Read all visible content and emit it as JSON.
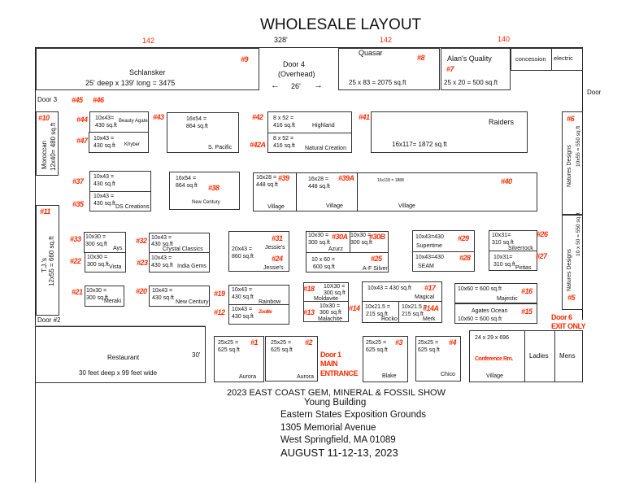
{
  "title": "WHOLESALE LAYOUT",
  "dims": {
    "top_left": "142",
    "overall": "328'",
    "top_mid": "142",
    "top_right": "140",
    "door4_width": "26'",
    "restaurant_depth": "30'"
  },
  "doors": {
    "door3": "Door 3",
    "door2": "Door #2",
    "door4": "Door 4",
    "door4_sub": "(Overhead)",
    "door_right": "Door",
    "door1": "Door 1",
    "door1_sub1": "MAIN",
    "door1_sub2": "ENTRANCE",
    "door6": "Door 6",
    "door6_sub": "EXIT ONLY",
    "arrow_left": "←",
    "arrow_right": "→"
  },
  "booths": {
    "schlansker": {
      "num": "#9",
      "name": "Schlansker",
      "size": "25' deep x 139' long = 3475"
    },
    "quasar": {
      "num": "#8",
      "name": "Quasar",
      "size": "25 x 83  = 2075 sq.ft"
    },
    "alans": {
      "num": "#7",
      "name": "Alan's Quality",
      "size": "25 x 20 =  500 sq.ft"
    },
    "concession": {
      "name": "concession"
    },
    "electric": {
      "name": "electric"
    },
    "moroccan": {
      "num": "#10",
      "name": "Moroccan",
      "size": "12x40= 480 sq.ft"
    },
    "n45": {
      "num": "#45"
    },
    "n46": {
      "num": "#46"
    },
    "beauty": {
      "num": "#44",
      "s1": "10x43=",
      "s2": "430 sq.ft",
      "name": "Beauty Agate"
    },
    "khyber": {
      "num": "#47",
      "s1": "10x43 =",
      "s2": "430 sq.ft",
      "name": "Khyber"
    },
    "spacific": {
      "num": "#43",
      "s1": "16x54 =",
      "s2": "864 sq.ft",
      "name": "S. Pacific"
    },
    "highland": {
      "num": "#42",
      "s1": "8 x 52 =",
      "s2": "416 sq.ft",
      "name": "Highland"
    },
    "natural": {
      "num": "#42A",
      "s1": "8 x 52 =",
      "s2": "416 sq.ft",
      "name": "Natural Creation"
    },
    "raiders": {
      "num": "#41",
      "name": "Raiders",
      "size": "16x117= 1872 sq.ft"
    },
    "natures6": {
      "num": "#6",
      "name": "Natures Designs",
      "size": "10x55 = 550 sq.ft"
    },
    "natures5": {
      "num": "#5",
      "name": "Natures Designs",
      "size": "10 x 50 = 550 sq.ft"
    },
    "b37": {
      "num": "#37",
      "s1": "10x43 =",
      "s2": "430 sq.ft"
    },
    "ds": {
      "num": "#35",
      "s1": "10x43 =",
      "s2": "430 sq.ft",
      "name": "DS Creations"
    },
    "newcentury38": {
      "num": "#38",
      "s1": "16x54 =",
      "s2": "864 sq.ft",
      "name": "New Century"
    },
    "village39": {
      "num": "#39",
      "s1": "16x28 =",
      "s2": "448 sq.ft",
      "name": "Village"
    },
    "village39a": {
      "num": "#39A",
      "s1": "16x28 =",
      "s2": "448 sq.ft",
      "name": "Village"
    },
    "village40": {
      "num": "#40",
      "s1": "16x118 = 1888",
      "name": "Village"
    },
    "tjs": {
      "num": "#11",
      "name": "T.J.'s",
      "size": "12x55 = 660 sq.ft"
    },
    "ays": {
      "num": "#33",
      "s1": "10x30 =",
      "s2": "300 sq.ft",
      "name": "Ays"
    },
    "vista": {
      "num": "#22",
      "s1": "10x30 =",
      "s2": "300 sq.ft",
      "name": "Vista"
    },
    "crystal": {
      "num": "#32",
      "s1": "10x43 =",
      "s2": "430 sq.ft",
      "name": "Crystal Classics"
    },
    "india": {
      "num": "#23",
      "s1": "10x43 =",
      "s2": "430 sq.ft",
      "name": "India Gems"
    },
    "jessies": {
      "num1": "#31",
      "num2": "#24",
      "s1": "20x43 =",
      "s2": "860 sq.ft",
      "name1": "Jessie's",
      "name2": "Jessie's"
    },
    "meraki": {
      "num": "#21",
      "s1": "10x30 =",
      "s2": "300 sq.ft",
      "name": "Meraki"
    },
    "newcentury20": {
      "num": "#20",
      "s1": "10x43 =",
      "s2": "430 sq.ft",
      "name": "New Century"
    },
    "rainbow": {
      "num": "#19",
      "s1": "10x43 =",
      "s2": "430 sq.ft",
      "name": "Rainbow"
    },
    "zoolite": {
      "num": "#12",
      "s1": "10x43 =",
      "s2": "430 sq.ft",
      "name": "Zoolite"
    },
    "azurz": {
      "num": "#30A",
      "s1": "10x30 =",
      "s2": "300 sq.ft",
      "name": "Azurz"
    },
    "b30b": {
      "num": "#30B",
      "s1": "10x30 =",
      "s2": "300 sq.ft"
    },
    "afsilver": {
      "num": "#25",
      "s1": "10 x 60 =",
      "s2": "600 sq.ft",
      "name": "A-F Silver"
    },
    "supertime": {
      "num": "#29",
      "s1": "10x43=430",
      "name": "Supertime"
    },
    "seam": {
      "num": "#28",
      "s1": "10x43=430",
      "name": "SEAM"
    },
    "silverrock": {
      "num": "#26",
      "s1": "10x31=",
      "s2": "310 sq.ft",
      "name": "Silverrock"
    },
    "piritas": {
      "num": "#27",
      "s1": "10x31=",
      "s2": "310 sq.ft",
      "name": "Piritas"
    },
    "moldavite": {
      "num": "#18",
      "s1": "10X30 =",
      "s2": "300 sq.ft",
      "name": "Moldavite"
    },
    "malachite": {
      "num": "#13",
      "s1": "10x30 =",
      "s2": "300 sq.ft",
      "name": "Malachite"
    },
    "n14": {
      "num": "#14"
    },
    "magical": {
      "num": "#17",
      "s1": "10x43 = 430 sq.ft",
      "name": "Magical"
    },
    "rocko": {
      "s1": "10x21.5 =",
      "s2": "215 sq.ft",
      "name": "Rocko"
    },
    "merk": {
      "num": "#14A",
      "s1": "10x21.5 =",
      "s2": "215 sq.ft",
      "name": "Merk"
    },
    "majestic": {
      "num": "#16",
      "s1": "10x60 = 600 sq.ft",
      "name": "Majestic"
    },
    "agates": {
      "num": "#15",
      "s1": "10x60 = 600 sq.ft",
      "name": "Agates Ocean"
    },
    "restaurant": {
      "name": "Restaurant",
      "size": "30 feet deep x 99 feet wide"
    },
    "aurora1": {
      "num": "#1",
      "s1": "25x25 =",
      "s2": "625 sq.ft",
      "name": "Aurora"
    },
    "aurora2": {
      "num": "#2",
      "s1": "25x25 =",
      "s2": "625 sq.ft",
      "name": "Aurora"
    },
    "blake": {
      "num": "#3",
      "s1": "25x25 =",
      "s2": "625 sq.ft",
      "name": "Blake"
    },
    "chico": {
      "num": "#4",
      "s1": "25x25 =",
      "s2": "625 sq.ft",
      "name": "Chico"
    },
    "conference": {
      "s1": "24 x 29 x 696",
      "label": "Conference Rm.",
      "name": "Village"
    },
    "ladies": {
      "name": "Ladies"
    },
    "mens": {
      "name": "Mens"
    }
  },
  "footer": {
    "l1": "2023 EAST COAST GEM, MINERAL & FOSSIL SHOW",
    "l2": "Young Building",
    "l3": "Eastern States Exposition Grounds",
    "l4": "1305 Memorial Avenue",
    "l5": "West Springfield, MA   01089",
    "l6": "AUGUST 11-12-13, 2023"
  },
  "colors": {
    "accent": "#ff2a00",
    "line": "#333333"
  }
}
